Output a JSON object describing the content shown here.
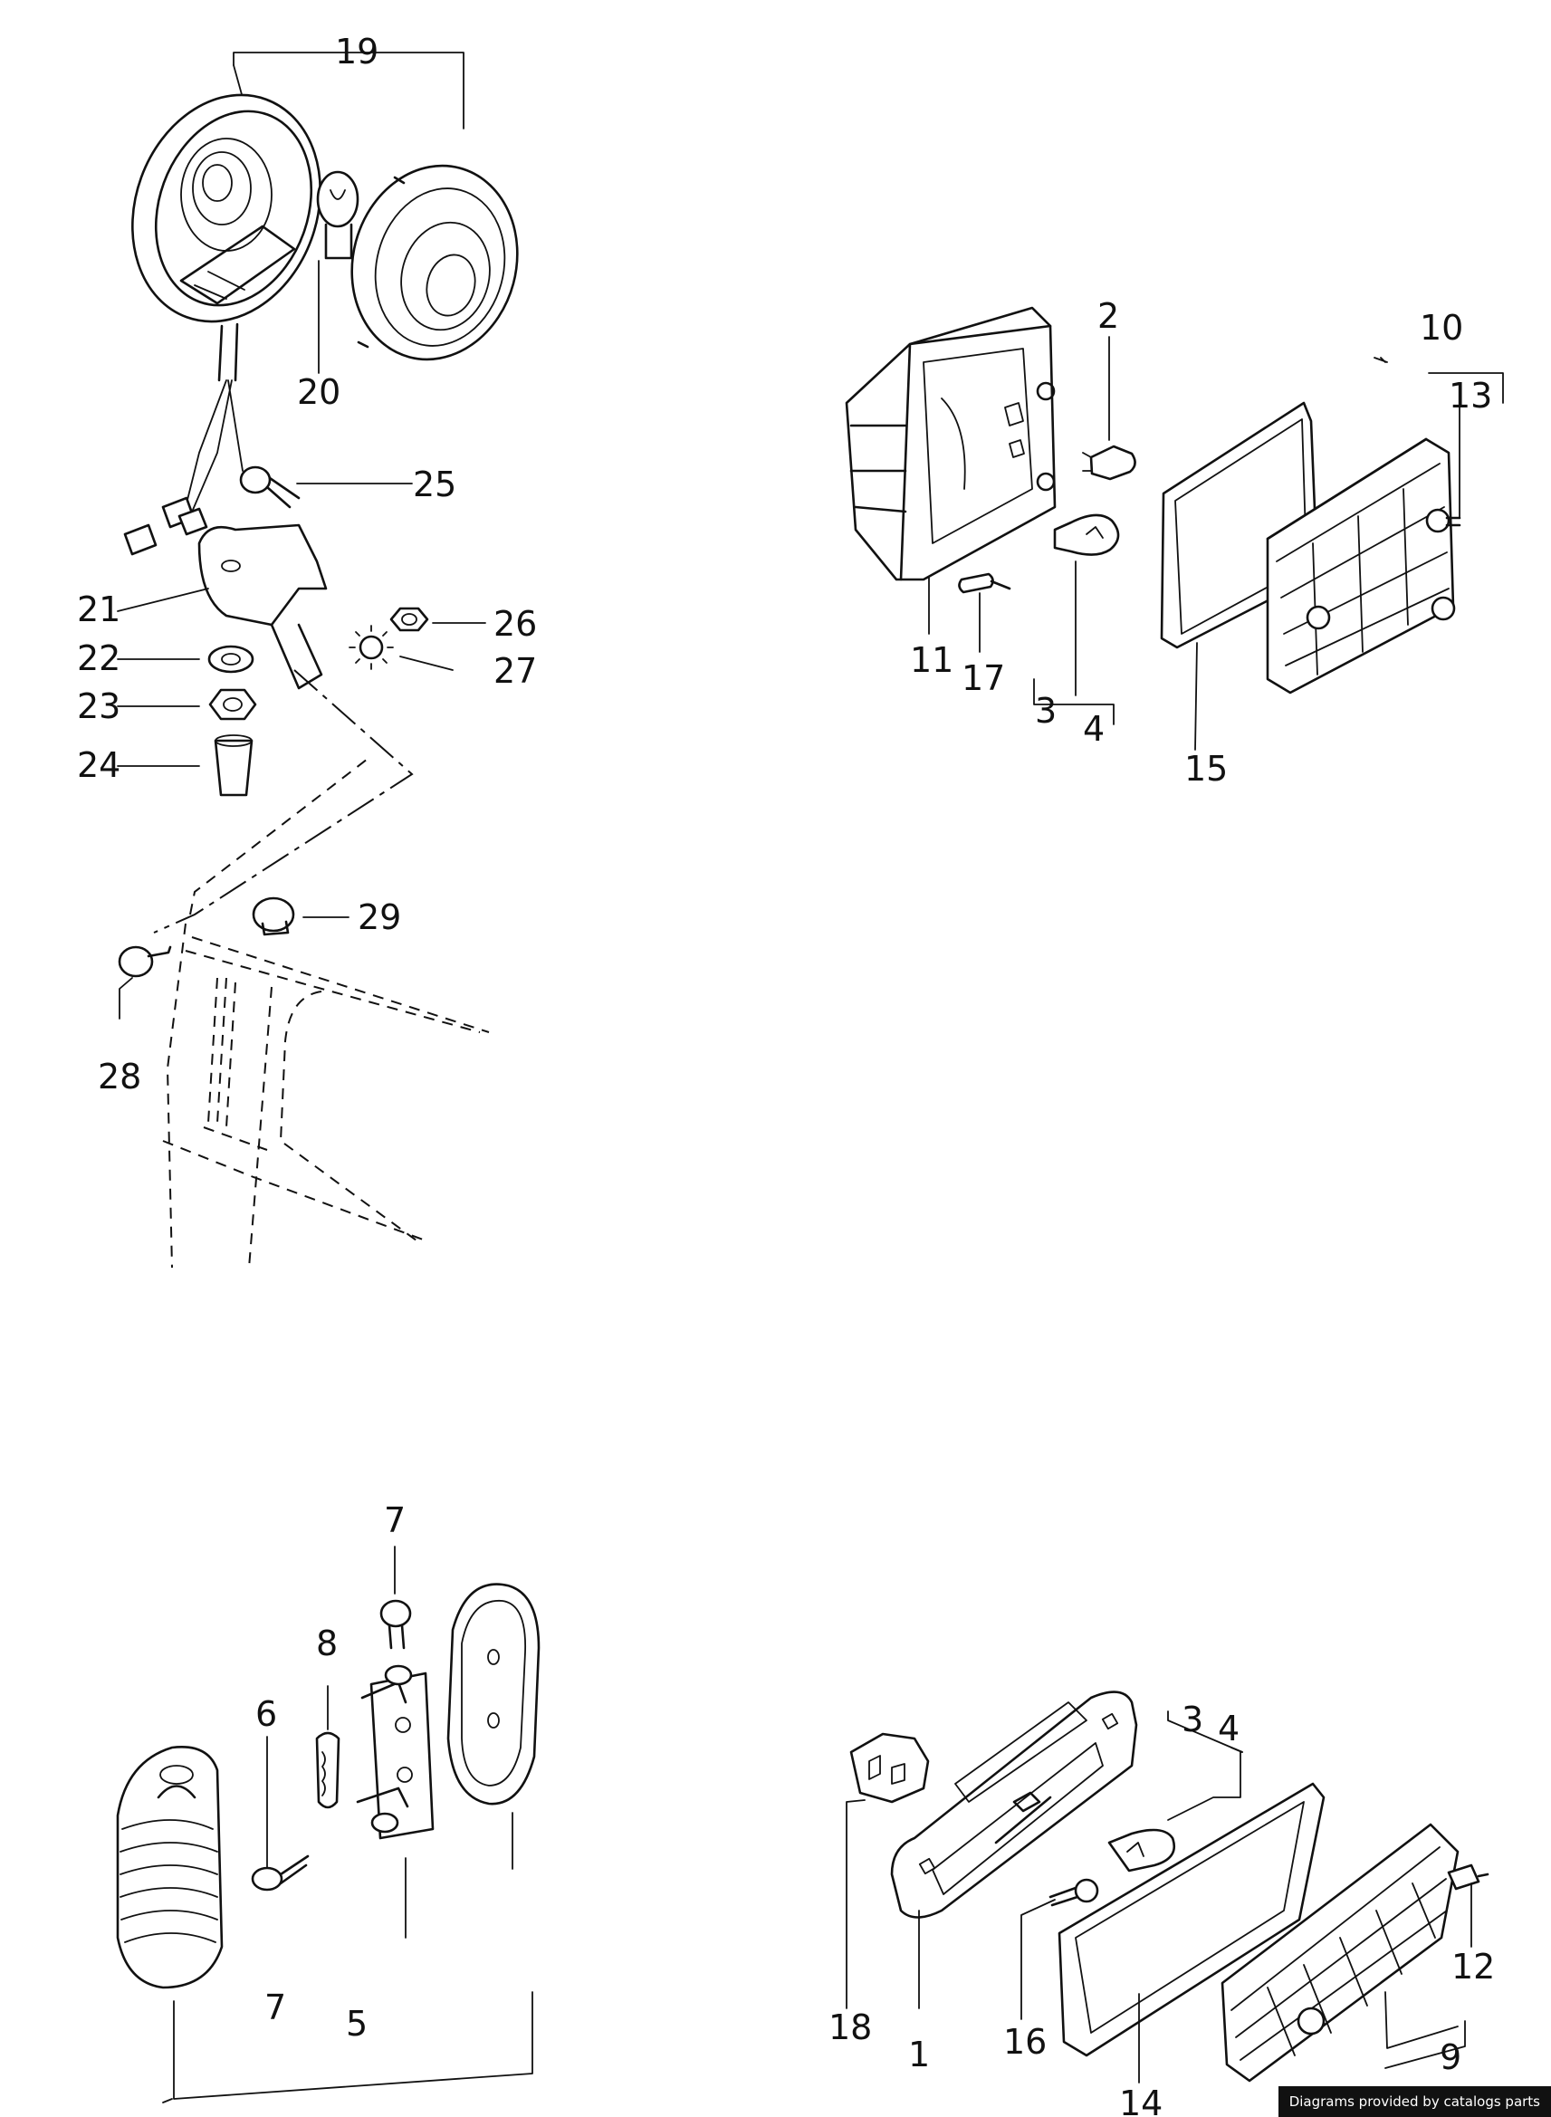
{
  "credit_text": "Diagrams provided by catalogs parts",
  "callouts": [
    "19",
    "20",
    "25",
    "21",
    "26",
    "22",
    "27",
    "23",
    "24",
    "29",
    "28",
    "2",
    "10",
    "13",
    "11",
    "17",
    "3",
    "4",
    "15",
    "7",
    "8",
    "6",
    "7",
    "5",
    "3",
    "4",
    "18",
    "1",
    "16",
    "14",
    "12",
    "9"
  ]
}
